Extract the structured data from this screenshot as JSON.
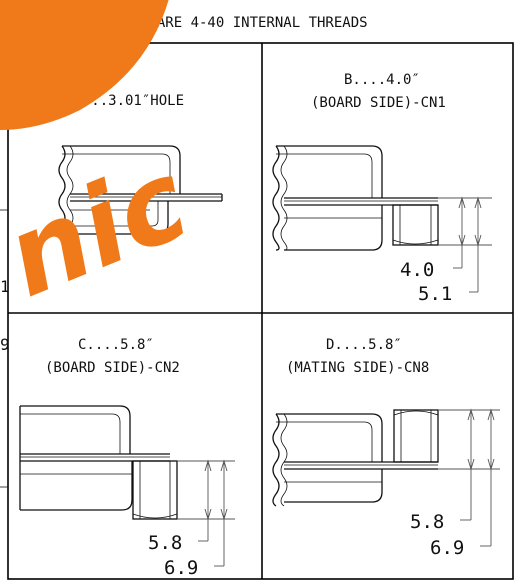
{
  "header": {
    "note": "ALL CLINCH-NUTS ARE 4-40 INTERNAL THREADS"
  },
  "panels": {
    "a": {
      "caption": "A....3.01″HOLE"
    },
    "b": {
      "caption_line1": "B....4.0″",
      "caption_line2": "(BOARD SIDE)-CN1",
      "dim_inner": "4.0",
      "dim_outer": "5.1"
    },
    "c": {
      "caption_line1": "C....5.8″",
      "caption_line2": "(BOARD SIDE)-CN2",
      "dim_inner": "5.8",
      "dim_outer": "6.9"
    },
    "d": {
      "caption_line1": "D....5.8″",
      "caption_line2": "(MATING SIDE)-CN8",
      "dim_inner": "5.8",
      "dim_outer": "6.9"
    }
  },
  "watermark": {
    "text": "nic"
  },
  "edge_fragments": {
    "left_1": "1",
    "left_2": "9"
  },
  "colors": {
    "watermark": "#f07a1a",
    "line": "#111111",
    "frame": "#000000"
  }
}
